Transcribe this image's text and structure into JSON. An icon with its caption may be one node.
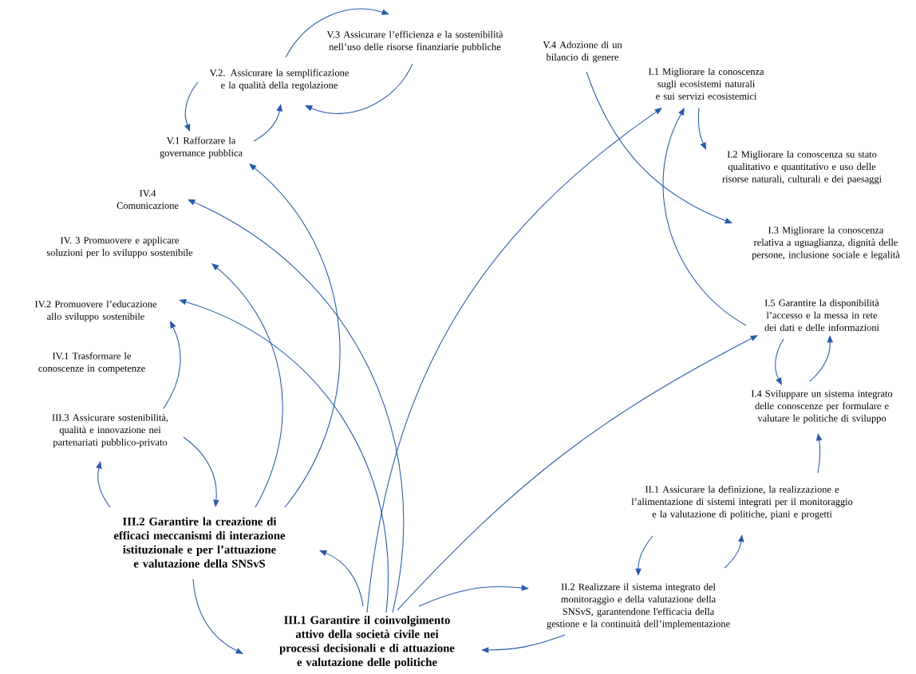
{
  "diagram": {
    "nodes": [
      {
        "text": [
          "V.3 Assicurare l’efficienza e la sostenibilità nell’uso delle risorse finanziarie pubbliche"
        ]
      },
      {
        "text": [
          "V.2. Assicurare la semplificazione e la qualità della regolazione"
        ]
      },
      {
        "text": [
          "V.1 Rafforzare la governance pubblica"
        ]
      },
      {
        "text": [
          "V.4 Adozione di un bilancio di genere"
        ]
      },
      {
        "text": [
          "I.1 Migliorare la conoscenza sugli ecosistemi naturali e sui servizi ecosistemici"
        ]
      },
      {
        "text": [
          "I.2 Migliorare la conoscenza su stato qualitativo e quantitativo e uso delle risorse naturali, culturali e dei paesaggi"
        ]
      },
      {
        "text": [
          "I.3 Migliorare la conoscenza relativa a uguaglianza, dignità delle persone, inclusione sociale e legalità"
        ]
      },
      {
        "text": [
          "IV.4 Comunicazione"
        ]
      },
      {
        "text": [
          "IV. 3 Promuovere e applicare soluzioni per lo sviluppo sostenibile"
        ]
      },
      {
        "text": [
          "IV.2 Promuovere l’educazione allo sviluppo sostenibile"
        ]
      },
      {
        "text": [
          "IV.1 Trasformare le conoscenze in competenze"
        ]
      },
      {
        "text": [
          "I.5 Garantire la disponibilità l’accesso e la messa in rete dei dati e delle informazioni"
        ]
      },
      {
        "text": [
          "I.4 Sviluppare un sistema integrato delle conoscenze per formulare e valutare le politiche di sviluppo"
        ]
      },
      {
        "text": [
          "III.3 Assicurare sostenibilità, qualità e innovazione nei partenariati pubblico-privato"
        ]
      },
      {
        "text": [
          "II.1 Assicurare la definizione, la realizzazione e l’alimentazione di sistemi integrati per il monitoraggio e la valutazione di politiche, piani e progetti"
        ]
      },
      {
        "text": [
          "III.2 Garantire la creazione di efficaci meccanismi di interazione istituzionale e per l’attuazione e valutazione della SNSvS"
        ]
      },
      {
        "text": [
          "II.2 Realizzare il sistema integrato del monitoraggio e della valutazione della SNSvS, garantendone l'efficacia della gestione e la continuità dell’implementazione"
        ]
      },
      {
        "text": [
          "III.1 Garantire il coinvolgimento attivo della società civile nei processi decisionali e di attuazione e valutazione delle politiche"
        ]
      }
    ],
    "edges": [
      {
        "from": 1,
        "to": 0,
        "arrow": "to"
      },
      {
        "from": 0,
        "to": 1,
        "arrow": "to"
      },
      {
        "from": 1,
        "to": 2,
        "arrow": "to"
      },
      {
        "from": 2,
        "to": 1,
        "arrow": "to"
      },
      {
        "from": 15,
        "to": 2,
        "arrow": "to"
      },
      {
        "from": 15,
        "to": 8,
        "arrow": "to"
      },
      {
        "from": 17,
        "to": 7,
        "arrow": "to"
      },
      {
        "from": 17,
        "to": 9,
        "arrow": "to"
      },
      {
        "from": 17,
        "to": 4,
        "arrow": "to"
      },
      {
        "from": 17,
        "to": 11,
        "arrow": "to"
      },
      {
        "from": 17,
        "to": 15,
        "arrow": "to"
      },
      {
        "from": 17,
        "to": 16,
        "arrow": "to"
      },
      {
        "from": 16,
        "to": 17,
        "arrow": "to"
      },
      {
        "from": 15,
        "to": 17,
        "arrow": "to"
      },
      {
        "from": 15,
        "to": 13,
        "arrow": "to"
      },
      {
        "from": 13,
        "to": 15,
        "arrow": "to"
      },
      {
        "from": 13,
        "to": 9,
        "arrow": "to"
      },
      {
        "from": 3,
        "to": 6,
        "arrow": "to"
      },
      {
        "from": 4,
        "to": 5,
        "arrow": "to"
      },
      {
        "from": 11,
        "to": 4,
        "arrow": "to"
      },
      {
        "from": 11,
        "to": 12,
        "arrow": "to"
      },
      {
        "from": 12,
        "to": 11,
        "arrow": "to"
      },
      {
        "from": 14,
        "to": 12,
        "arrow": "to"
      },
      {
        "from": 14,
        "to": 16,
        "arrow": "to"
      },
      {
        "from": 16,
        "to": 14,
        "arrow": "to"
      }
    ]
  }
}
